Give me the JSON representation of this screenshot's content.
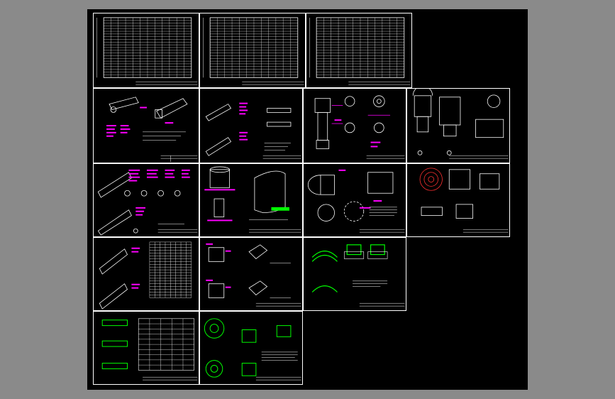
{
  "viewer": {
    "background": "#8a8a8a",
    "canvas_background": "#000000",
    "line_colors": {
      "white": "#ffffff",
      "magenta": "#ff00ff",
      "green": "#00ff00",
      "red": "#ff3030",
      "cyan": "#00ffff",
      "yellow": "#ffff00"
    }
  },
  "sheets": [
    {
      "id": "table-sheet-1",
      "type": "table"
    },
    {
      "id": "table-sheet-2",
      "type": "table"
    },
    {
      "id": "table-sheet-3",
      "type": "table"
    },
    {
      "id": "shaft-sheet-1",
      "type": "part"
    },
    {
      "id": "shaft-sheet-2",
      "type": "part"
    },
    {
      "id": "flange-sheet",
      "type": "part"
    },
    {
      "id": "assembly-sheet-1",
      "type": "assembly"
    },
    {
      "id": "shaft-sheet-3",
      "type": "part"
    },
    {
      "id": "cylinder-sheet",
      "type": "part"
    },
    {
      "id": "pipe-sheet",
      "type": "part"
    },
    {
      "id": "assembly-sheet-2",
      "type": "assembly"
    },
    {
      "id": "shaft-sheet-4",
      "type": "part"
    },
    {
      "id": "block-sheet",
      "type": "part"
    },
    {
      "id": "elbow-sheet",
      "type": "part"
    },
    {
      "id": "spec-sheet",
      "type": "part"
    },
    {
      "id": "gear-sheet",
      "type": "part"
    }
  ]
}
